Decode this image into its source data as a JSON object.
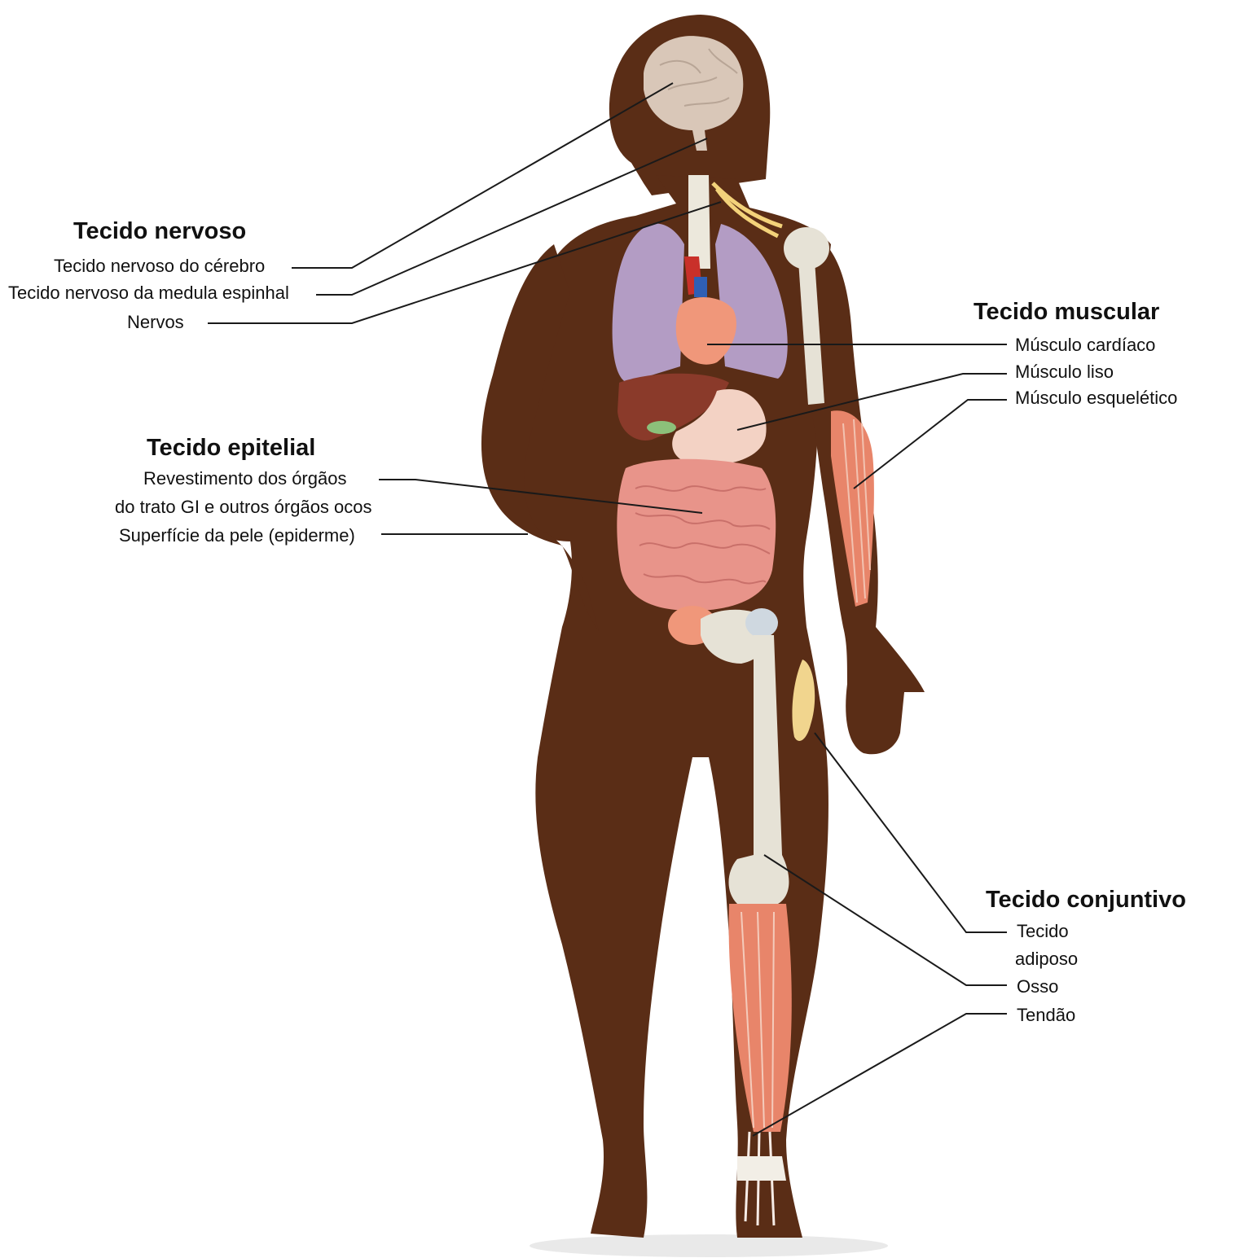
{
  "groups": {
    "nervoso": {
      "title": "Tecido nervoso",
      "items": [
        "Tecido nervoso do cérebro",
        "Tecido nervoso da medula espinhal",
        "Nervos"
      ]
    },
    "epitelial": {
      "title": "Tecido epitelial",
      "items": [
        "Revestimento dos órgãos",
        "do trato GI e outros órgãos ocos",
        "Superfície da pele (epiderme)"
      ]
    },
    "muscular": {
      "title": "Tecido muscular",
      "items": [
        "Músculo cardíaco",
        "Músculo liso",
        "Músculo esquelético"
      ]
    },
    "conjuntivo": {
      "title": "Tecido conjuntivo",
      "items": [
        "Tecido",
        "adiposo",
        "Osso",
        "Tendão"
      ]
    }
  },
  "colors": {
    "skin": "#5a2d16",
    "bone": "#e6e2d6",
    "muscle": "#e8856a",
    "lung": "#b39cc4",
    "heart": "#f0977a",
    "intestine": "#e8948a",
    "brain": "#d9c7b8",
    "liver": "#8a3a2a",
    "nerve": "#f3d27a",
    "leader": "#1a1a1a"
  }
}
